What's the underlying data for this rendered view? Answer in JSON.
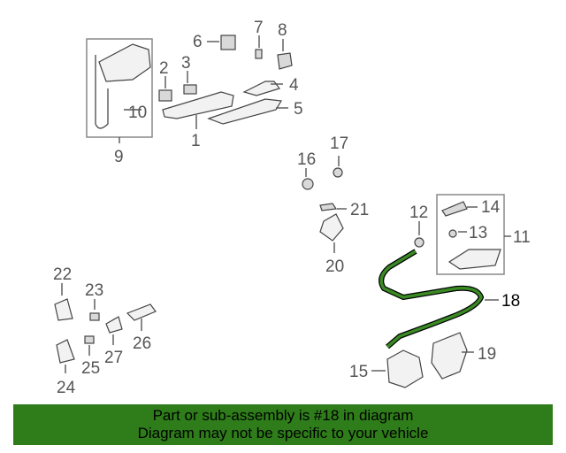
{
  "diagram": {
    "callouts": {
      "c1": "1",
      "c2": "2",
      "c3": "3",
      "c4": "4",
      "c5": "5",
      "c6": "6",
      "c7": "7",
      "c8": "8",
      "c9": "9",
      "c10": "10",
      "c11": "11",
      "c12": "12",
      "c13": "13",
      "c14": "14",
      "c15": "15",
      "c16": "16",
      "c17": "17",
      "c18": "18",
      "c19": "19",
      "c20": "20",
      "c21": "21",
      "c22": "22",
      "c23": "23",
      "c24": "24",
      "c25": "25",
      "c26": "26",
      "c27": "27"
    },
    "highlighted_part": "18",
    "highlight_color": "#3a8a24"
  },
  "banner": {
    "line1": "Part or sub-assembly is #18 in diagram",
    "line2": "Diagram may not be specific to your vehicle",
    "background": "#2e7d1a"
  }
}
